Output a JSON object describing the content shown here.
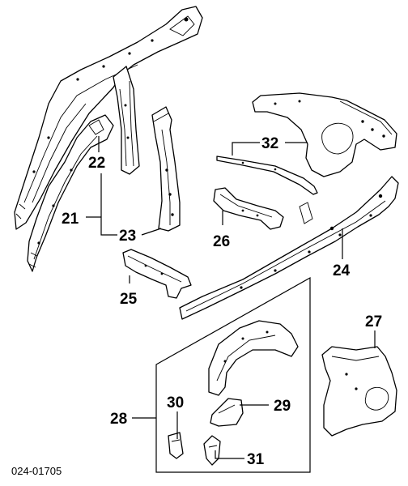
{
  "diagram": {
    "labels": {
      "l21": "21",
      "l22": "22",
      "l23": "23",
      "l24": "24",
      "l25": "25",
      "l26": "26",
      "l27": "27",
      "l28": "28",
      "l29": "29",
      "l30": "30",
      "l31": "31",
      "l32": "32"
    },
    "code": "024-01705"
  }
}
